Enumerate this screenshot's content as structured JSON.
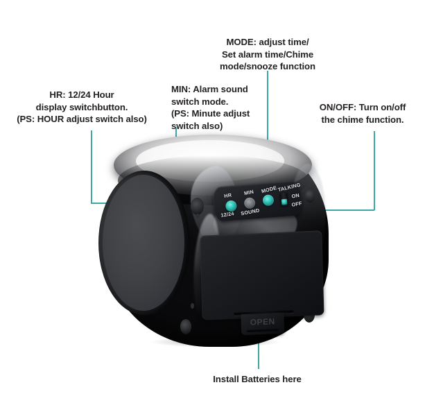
{
  "diagram": {
    "title": "Talking cube alarm clock — rear control annotation diagram",
    "accent_color": "#3ea8a6",
    "text_color": "#231f20",
    "background_color": "#ffffff"
  },
  "callouts": [
    {
      "id": "hr",
      "text": "HR: 12/24 Hour\ndisplay switchbutton.\n(PS: HOUR adjust switch also)",
      "target": "12/24 HR button"
    },
    {
      "id": "min",
      "text": "MIN: Alarm sound\nswitch mode.\n(PS: Minute adjust\nswitch also)",
      "target": "MIN / SOUND button"
    },
    {
      "id": "mode",
      "text": "MODE: adjust time/\nSet alarm time/Chime\nmode/snooze function",
      "target": "MODE button"
    },
    {
      "id": "onoff",
      "text": "ON/OFF: Turn on/off\nthe chime function.",
      "target": "TALKING ON/OFF switch"
    },
    {
      "id": "battery",
      "text": "Install Batteries here",
      "target": "Battery compartment door"
    }
  ],
  "product": {
    "control_panel": {
      "labels": {
        "hr": "HR",
        "min": "MIN",
        "mode": "MODE",
        "talking": "TALKING",
        "hr_secondary": "12/24",
        "min_secondary": "SOUND",
        "switch_on": "ON",
        "switch_off": "OFF"
      },
      "buttons": [
        {
          "name": "hr-button",
          "label": "HR",
          "sub_label": "12/24",
          "state": "lit"
        },
        {
          "name": "min-button",
          "label": "MIN",
          "sub_label": "SOUND",
          "state": "gray"
        },
        {
          "name": "mode-button",
          "label": "MODE",
          "sub_label": "",
          "state": "lit"
        }
      ],
      "switch": {
        "name": "talking-switch",
        "label": "TALKING",
        "options": [
          "ON",
          "OFF"
        ],
        "selected": "OFF"
      }
    },
    "battery_door": {
      "latch_label": "OPEN"
    }
  }
}
